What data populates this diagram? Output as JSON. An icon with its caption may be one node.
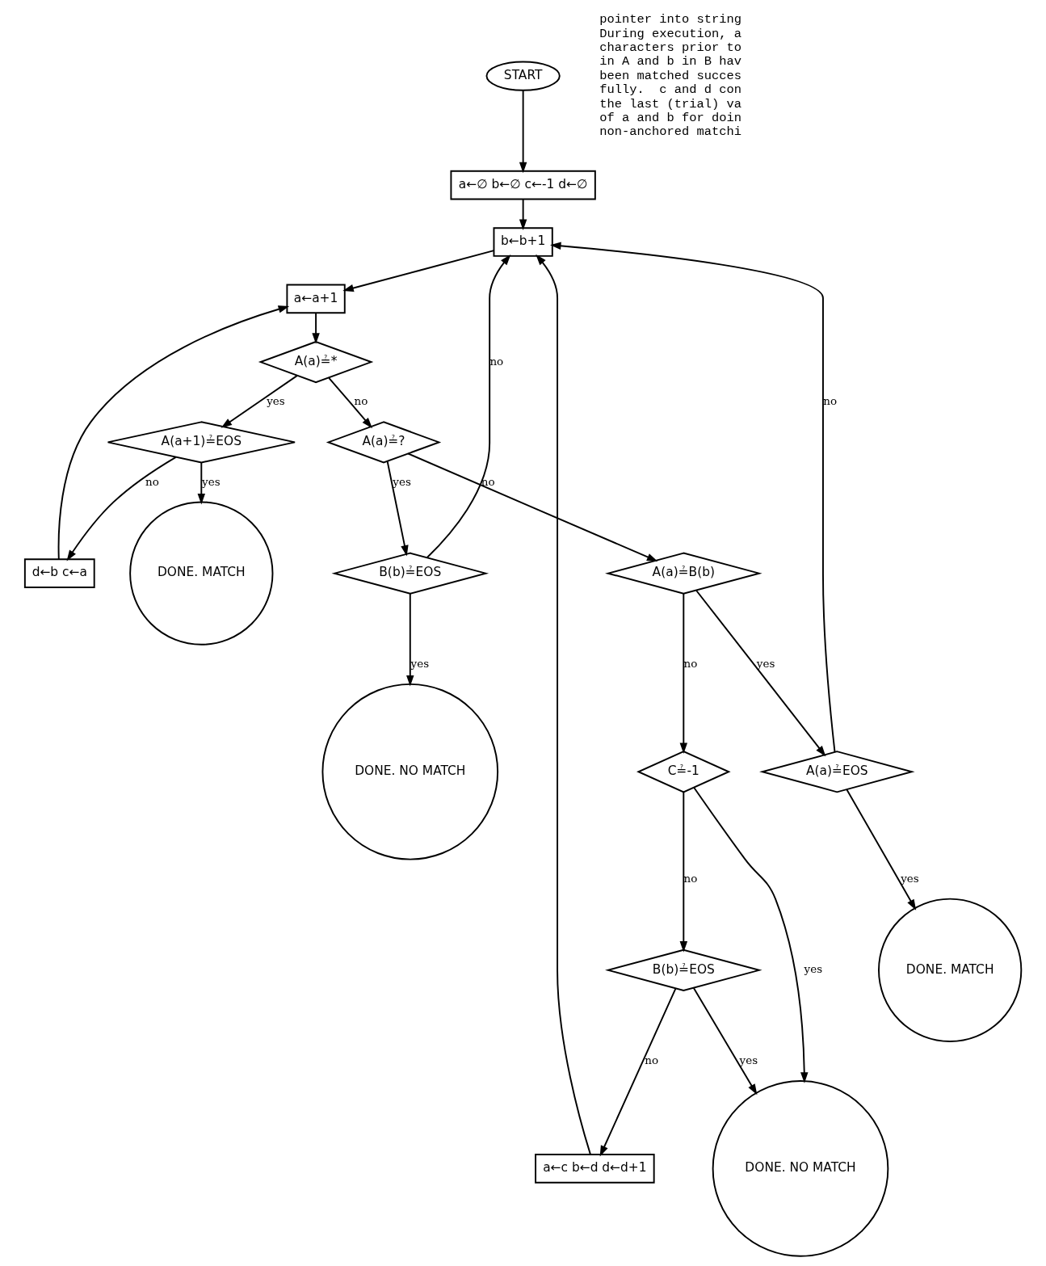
{
  "diagram": {
    "nodes": [
      {
        "text": [
          "START"
        ]
      },
      {
        "text": [
          "a←∅ b←∅ c←-1 d←∅"
        ]
      },
      {
        "text": [
          "b←b+1"
        ]
      },
      {
        "text": [
          "a←a+1"
        ]
      },
      {
        "text": [
          "d←b c←a"
        ]
      },
      {
        "text": [
          "A(a)≟*"
        ]
      },
      {
        "text": [
          "A(a+1)≟EOS"
        ]
      },
      {
        "text": [
          "DONE. MATCH"
        ]
      },
      {
        "text": [
          "A(a)≟?"
        ]
      },
      {
        "text": [
          "a←c b←d d←d+1"
        ]
      },
      {
        "text": [
          "B(b)≟EOS"
        ]
      },
      {
        "text": [
          "DONE. NO MATCH"
        ]
      },
      {
        "text": [
          "B(b)≟EOS"
        ]
      },
      {
        "text": [
          "DONE. NO MATCH"
        ]
      },
      {
        "text": [
          "A(a)≟B(b)"
        ]
      },
      {
        "text": [
          "C≟-1"
        ]
      },
      {
        "text": [
          "A(a)≟EOS"
        ]
      },
      {
        "text": [
          "DONE. MATCH"
        ]
      }
    ],
    "edges": [
      {
        "from": 0,
        "to": 1,
        "arrow": "to"
      },
      {
        "from": 1,
        "to": 2,
        "arrow": "to"
      },
      {
        "from": 2,
        "to": 3,
        "arrow": "to"
      },
      {
        "from": 3,
        "to": 5,
        "arrow": "to"
      },
      {
        "from": 5,
        "to": 6,
        "arrow": "to",
        "label": "yes"
      },
      {
        "from": 6,
        "to": 7,
        "arrow": "to",
        "label": "yes"
      },
      {
        "from": 6,
        "to": 4,
        "arrow": "to",
        "label": "no"
      },
      {
        "from": 4,
        "to": 3,
        "arrow": "to"
      },
      {
        "from": 5,
        "to": 8,
        "arrow": "to",
        "label": "no"
      },
      {
        "from": 8,
        "to": 12,
        "arrow": "to",
        "label": "yes"
      },
      {
        "from": 12,
        "to": 2,
        "arrow": "to",
        "label": "no"
      },
      {
        "from": 12,
        "to": 13,
        "arrow": "to",
        "label": "yes"
      },
      {
        "from": 8,
        "to": 14,
        "arrow": "to",
        "label": "no"
      },
      {
        "from": 14,
        "to": 15,
        "arrow": "to",
        "label": "no"
      },
      {
        "from": 14,
        "to": 16,
        "arrow": "to",
        "label": "yes"
      },
      {
        "from": 16,
        "to": 17,
        "arrow": "to",
        "label": "yes"
      },
      {
        "from": 16,
        "to": 2,
        "arrow": "to",
        "label": "no"
      },
      {
        "from": 15,
        "to": 11,
        "arrow": "to",
        "label": "yes"
      },
      {
        "from": 15,
        "to": 10,
        "arrow": "to",
        "label": "no"
      },
      {
        "from": 10,
        "to": 11,
        "arrow": "to",
        "label": "yes"
      },
      {
        "from": 10,
        "to": 9,
        "arrow": "to",
        "label": "no"
      },
      {
        "from": 9,
        "to": 2,
        "arrow": "to"
      }
    ],
    "labels": [
      "pointer into string",
      "During execution, a",
      "characters prior to",
      "in A and b in B hav",
      "been matched succes",
      "fully.  c and d con",
      "the last (trial) va",
      "of a and b for doin",
      "non-anchored matchi"
    ]
  }
}
